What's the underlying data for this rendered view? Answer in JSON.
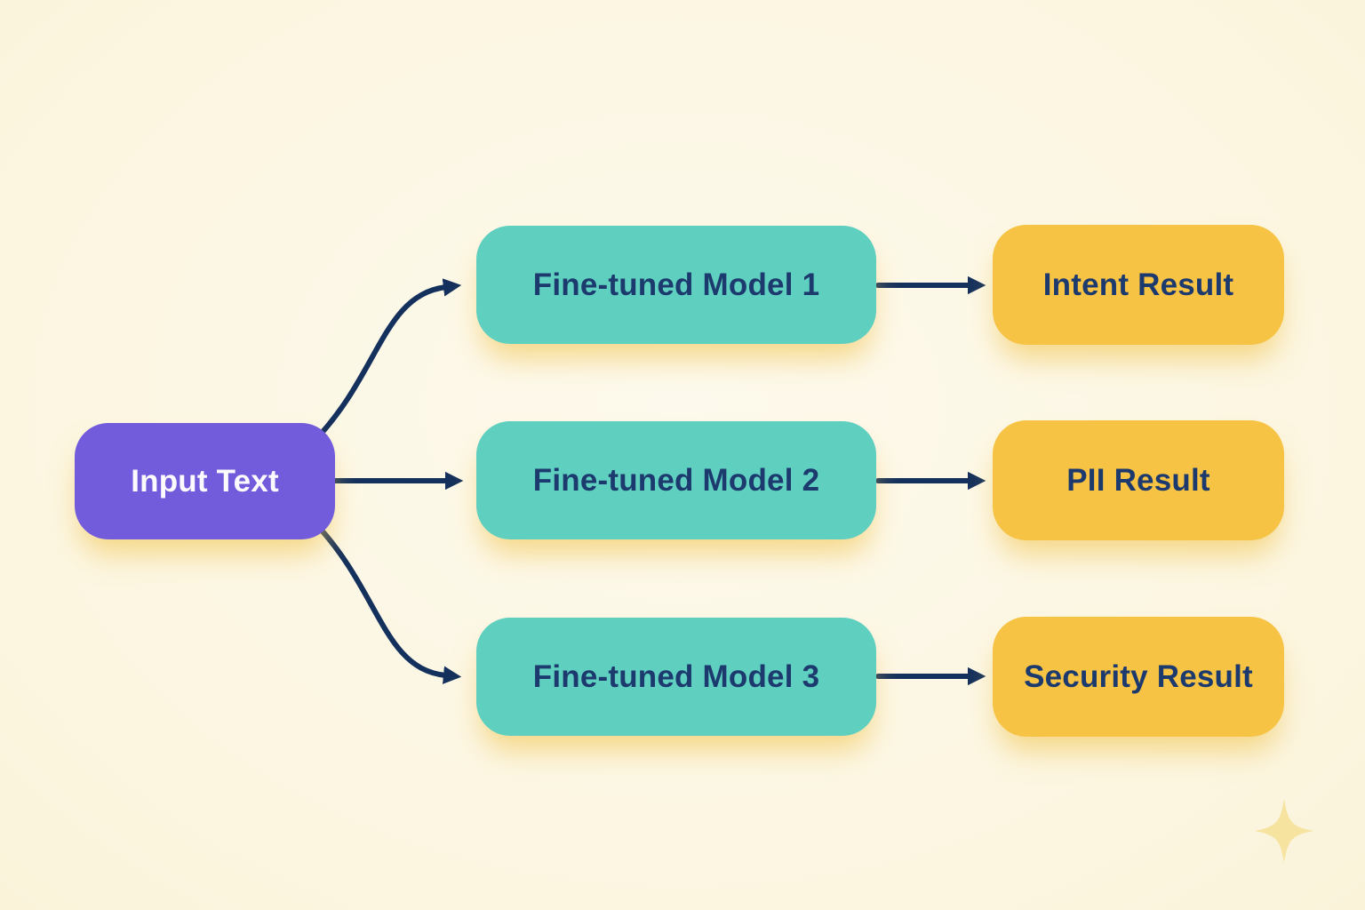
{
  "diagram": {
    "input": {
      "label": "Input Text",
      "color": "#735cdb",
      "text_color": "#fbfaff"
    },
    "models": [
      {
        "label": "Fine-tuned Model 1"
      },
      {
        "label": "Fine-tuned Model 2"
      },
      {
        "label": "Fine-tuned Model 3"
      }
    ],
    "results": [
      {
        "label": "Intent Result"
      },
      {
        "label": "PII Result"
      },
      {
        "label": "Security Result"
      }
    ],
    "model_color": "#5fcfc0",
    "result_color": "#f7c344",
    "node_text_color": "#1c3a6d",
    "arrow_color": "#14305c",
    "background_color": "#fcf6e1",
    "glow_color": "#f1c654",
    "connections": [
      {
        "from": "Input Text",
        "to": "Fine-tuned Model 1"
      },
      {
        "from": "Input Text",
        "to": "Fine-tuned Model 2"
      },
      {
        "from": "Input Text",
        "to": "Fine-tuned Model 3"
      },
      {
        "from": "Fine-tuned Model 1",
        "to": "Intent Result"
      },
      {
        "from": "Fine-tuned Model 2",
        "to": "PII Result"
      },
      {
        "from": "Fine-tuned Model 3",
        "to": "Security Result"
      }
    ]
  },
  "decorations": {
    "sparkle": {
      "icon": "four-point-sparkle",
      "color": "#f6e3a0"
    }
  }
}
